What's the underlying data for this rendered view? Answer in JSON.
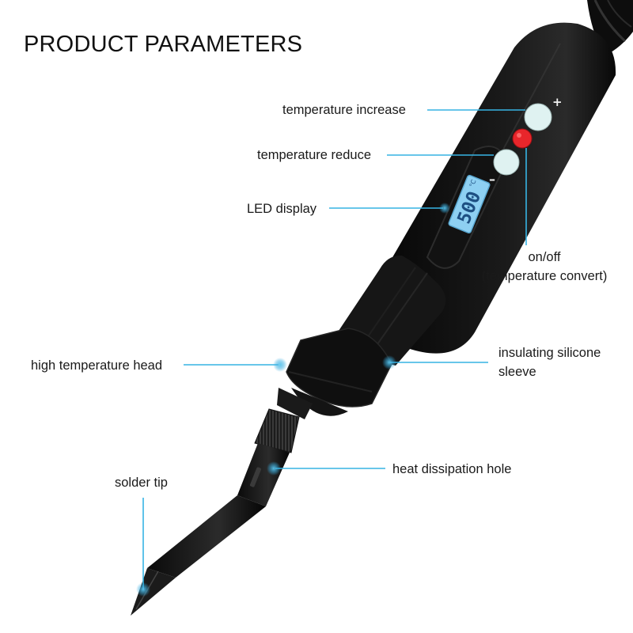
{
  "title": "PRODUCT PARAMETERS",
  "device": {
    "display_reading": "500",
    "display_unit": "°C",
    "plus_symbol": "+",
    "minus_symbol": "–"
  },
  "callouts": [
    {
      "id": "temperature-increase",
      "label": "temperature increase"
    },
    {
      "id": "temperature-reduce",
      "label": "temperature reduce"
    },
    {
      "id": "led-display",
      "label": "LED display"
    },
    {
      "id": "on-off",
      "label": "on/off (temperature convert)",
      "lines": [
        "on/off",
        "(temperature convert)"
      ]
    },
    {
      "id": "insulating-silicone-sleeve",
      "label": "insulating silicone sleeve",
      "lines": [
        "insulating silicone",
        "sleeve"
      ]
    },
    {
      "id": "high-temperature-head",
      "label": "high temperature head"
    },
    {
      "id": "heat-dissipation-hole",
      "label": "heat dissipation hole"
    },
    {
      "id": "solder-tip",
      "label": "solder tip"
    }
  ],
  "colors": {
    "callout_line": "#37b4e4",
    "button": "#dff2f1",
    "power_button": "#e8262b",
    "lcd": "#8ed0f2",
    "body": "#0c0c0c"
  }
}
